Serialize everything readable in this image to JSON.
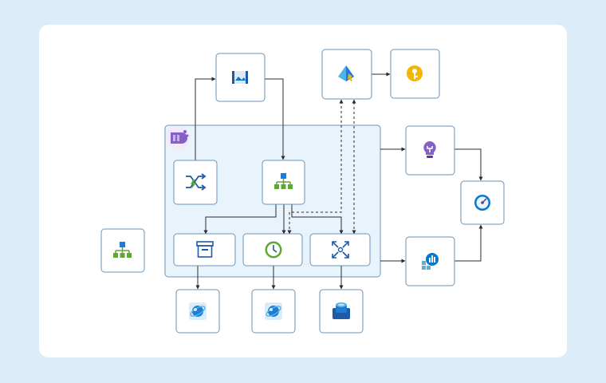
{
  "diagram": {
    "nodes": [
      {
        "id": "event-grid",
        "icon": "event-grid-icon"
      },
      {
        "id": "managed-identity",
        "icon": "managed-identity-icon"
      },
      {
        "id": "key-vault",
        "icon": "key-vault-icon"
      },
      {
        "id": "app-insights",
        "icon": "application-insights-icon"
      },
      {
        "id": "monitor",
        "icon": "monitor-gauge-icon"
      },
      {
        "id": "log-analytics",
        "icon": "log-analytics-icon"
      },
      {
        "id": "function-router",
        "icon": "function-router-icon"
      },
      {
        "id": "orchestrator",
        "icon": "orchestrator-icon"
      },
      {
        "id": "standalone-orchestrator",
        "icon": "orchestrator-icon"
      },
      {
        "id": "storage-queue",
        "icon": "storage-box-icon"
      },
      {
        "id": "timer-trigger",
        "icon": "clock-icon"
      },
      {
        "id": "scale-function",
        "icon": "expand-arrows-icon"
      },
      {
        "id": "cosmos-db-1",
        "icon": "cosmos-db-icon"
      },
      {
        "id": "cosmos-db-2",
        "icon": "cosmos-db-icon"
      },
      {
        "id": "sql-database",
        "icon": "sql-database-icon"
      }
    ],
    "group": {
      "id": "container-apps-environment",
      "icon": "container-apps-icon"
    },
    "colors": {
      "background": "#dcedfa",
      "card": "#ffffff",
      "group_fill": "#e8f3fc",
      "border": "#6b93b8",
      "edge": "#2b2b2b",
      "icon_blue": "#0078d4",
      "icon_green": "#5ea832",
      "icon_purple": "#8661c5",
      "icon_gold": "#f2b600"
    }
  }
}
